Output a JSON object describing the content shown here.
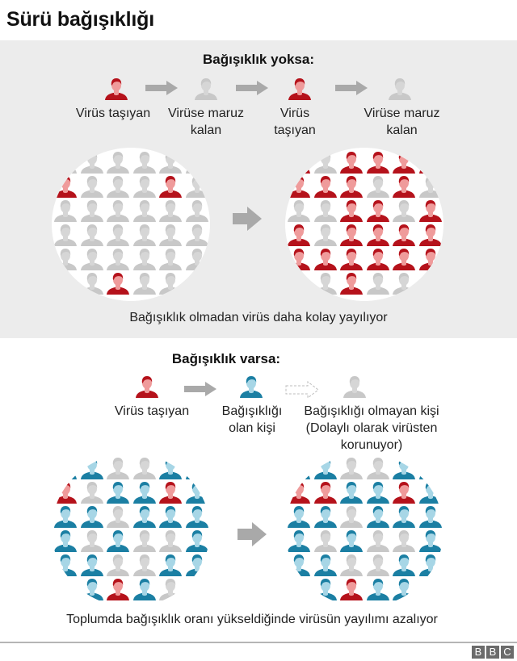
{
  "title": "Sürü bağışıklığı",
  "colors": {
    "carrier": "#b5121b",
    "carrier_face": "#ef9b9b",
    "exposed": "#c8c8c8",
    "exposed_face": "#d6d6d6",
    "immune": "#1b7fa3",
    "immune_face": "#a7d6e6",
    "panel_gray": "#ececec",
    "arrow": "#a9a9a9"
  },
  "no_immunity": {
    "heading": "Bağışıklık yoksa:",
    "legend": [
      {
        "type": "carrier",
        "label": "Virüs taşıyan"
      },
      {
        "type": "exposed",
        "label": "Virüse maruz kalan"
      },
      {
        "type": "carrier",
        "label": "Virüs taşıyan"
      },
      {
        "type": "exposed",
        "label": "Virüse maruz kalan"
      }
    ],
    "grid_before": [
      [
        "g",
        "g",
        "g",
        "g",
        "g",
        "g"
      ],
      [
        "r",
        "g",
        "g",
        "g",
        "r",
        "g"
      ],
      [
        "g",
        "g",
        "g",
        "g",
        "g",
        "g"
      ],
      [
        "g",
        "g",
        "g",
        "g",
        "g",
        "g"
      ],
      [
        "g",
        "g",
        "g",
        "g",
        "g",
        "g"
      ],
      [
        "_",
        "g",
        "r",
        "g",
        "g",
        "_"
      ]
    ],
    "grid_after": [
      [
        "r",
        "g",
        "r",
        "r",
        "r",
        "r"
      ],
      [
        "r",
        "r",
        "r",
        "g",
        "r",
        "g"
      ],
      [
        "g",
        "g",
        "r",
        "r",
        "g",
        "r"
      ],
      [
        "r",
        "g",
        "r",
        "r",
        "r",
        "r"
      ],
      [
        "r",
        "r",
        "r",
        "r",
        "r",
        "r"
      ],
      [
        "_",
        "g",
        "r",
        "g",
        "g",
        "_"
      ]
    ],
    "caption": "Bağışıklık olmadan virüs daha kolay yayılıyor"
  },
  "with_immunity": {
    "heading": "Bağışıklık varsa:",
    "legend": [
      {
        "type": "carrier",
        "label": "Virüs taşıyan"
      },
      {
        "type": "immune",
        "label": "Bağışıklığı olan kişi"
      },
      {
        "type": "exposed",
        "label": "Bağışıklığı olmayan kişi (Dolaylı olarak virüsten korunuyor)"
      }
    ],
    "grid_before": [
      [
        "b",
        "b",
        "g",
        "g",
        "b",
        "b"
      ],
      [
        "r",
        "g",
        "b",
        "b",
        "r",
        "b"
      ],
      [
        "b",
        "b",
        "g",
        "b",
        "b",
        "b"
      ],
      [
        "b",
        "g",
        "b",
        "g",
        "g",
        "b"
      ],
      [
        "b",
        "b",
        "g",
        "g",
        "b",
        "b"
      ],
      [
        "_",
        "b",
        "r",
        "b",
        "g",
        "_"
      ]
    ],
    "grid_after": [
      [
        "b",
        "b",
        "g",
        "g",
        "b",
        "b"
      ],
      [
        "r",
        "r",
        "b",
        "b",
        "r",
        "b"
      ],
      [
        "b",
        "b",
        "g",
        "b",
        "b",
        "b"
      ],
      [
        "b",
        "g",
        "b",
        "g",
        "g",
        "b"
      ],
      [
        "b",
        "b",
        "g",
        "g",
        "b",
        "b"
      ],
      [
        "_",
        "b",
        "r",
        "b",
        "b",
        "_"
      ]
    ],
    "caption": "Toplumda bağışıklık oranı yükseldiğinde virüsün yayılımı azalıyor"
  },
  "footer": {
    "logo_letters": [
      "B",
      "B",
      "C"
    ]
  }
}
